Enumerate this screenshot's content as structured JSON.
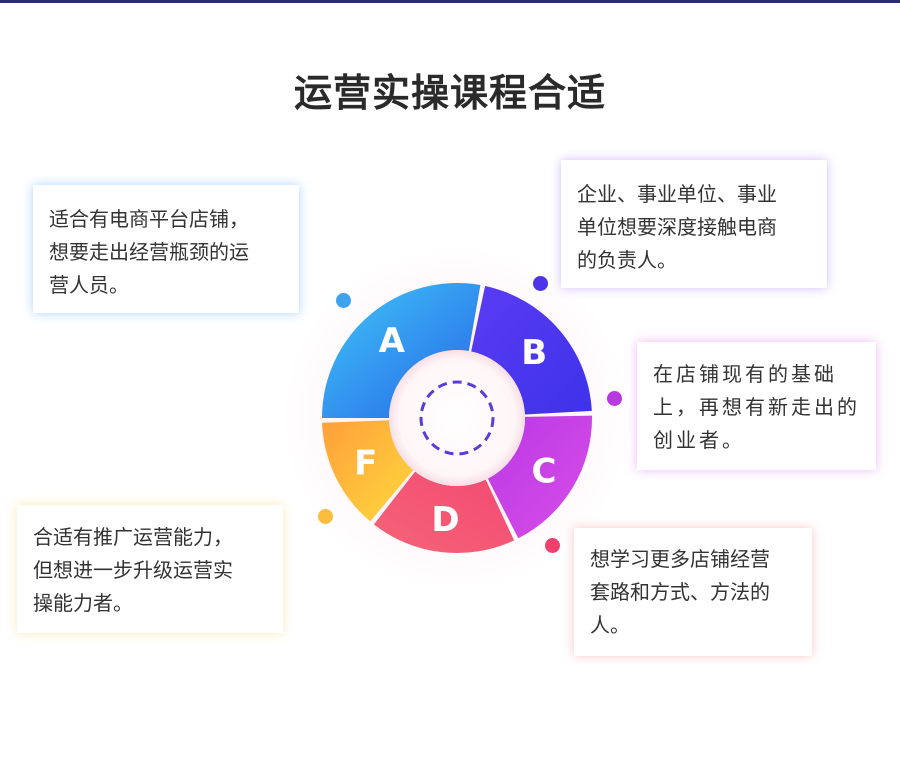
{
  "title": "运营实操课程合适",
  "segments": [
    {
      "letter": "A",
      "color1": "#41c3f7",
      "color2": "#2a6fe8"
    },
    {
      "letter": "B",
      "color1": "#4a3ff0",
      "color2": "#5b3af2"
    },
    {
      "letter": "C",
      "color1": "#c43ae8",
      "color2": "#9d38e6"
    },
    {
      "letter": "D",
      "color1": "#f53f6b",
      "color2": "#f06478"
    },
    {
      "letter": "F",
      "color1": "#ffb340",
      "color2": "#ffd23c"
    }
  ],
  "cards": {
    "a": {
      "line1": "适合有电商平台店铺，",
      "line2": "想要走出经营瓶颈的运",
      "line3": "营人员。"
    },
    "b": {
      "line1": "企业、事业单位、事业",
      "line2": "单位想要深度接触电商",
      "line3": "的负责人。"
    },
    "c": {
      "line1": "在店铺现有的基础",
      "line2": "上，再想有新走出的",
      "line3": "创业者。"
    },
    "d": {
      "line1": "想学习更多店铺经营",
      "line2": "套路和方式、方法的",
      "line3": "人。"
    },
    "f": {
      "line1": "合适有推广运营能力，",
      "line2": "但想进一步升级运营实",
      "line3": "操能力者。"
    }
  }
}
